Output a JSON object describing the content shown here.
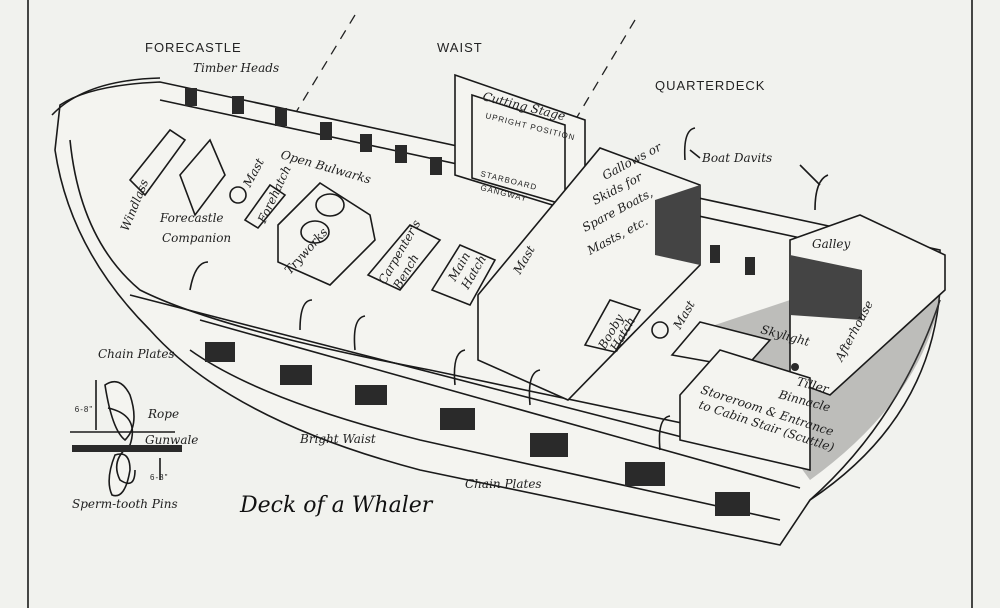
{
  "sections": {
    "forecastle": "FORECASTLE",
    "waist": "WAIST",
    "quarterdeck": "QUARTERDECK"
  },
  "labels": {
    "timber_heads": "Timber Heads",
    "cutting_stage": "Cutting Stage",
    "upright_position": "UPRIGHT POSITION",
    "starboard": "STARBOARD",
    "gangway": "GANGWAY",
    "open_bulwarks": "Open Bulwarks",
    "windlass": "Windlass",
    "fore_mast": "Mast",
    "forecastle_companion_1": "Forecastle",
    "forecastle_companion_2": "Companion",
    "forehatch": "Forehatch",
    "tryworks": "Tryworks",
    "carpenters_bench_1": "Carpenter's",
    "carpenters_bench_2": "Bench",
    "main_hatch_1": "Main",
    "main_hatch_2": "Hatch",
    "main_mast": "Mast",
    "gallows_1": "Gallows or",
    "gallows_2": "Skids for",
    "gallows_3": "Spare Boats,",
    "gallows_4": "Masts, etc.",
    "boat_davits": "Boat Davits",
    "galley": "Galley",
    "booby_hatch_1": "Booby",
    "booby_hatch_2": "Hatch",
    "mizzen_mast": "Mast",
    "skylight": "Skylight",
    "afterhouse": "Afterhouse",
    "tiller": "Tiller",
    "binnacle": "Binnacle",
    "storeroom_1": "Storeroom & Entrance",
    "storeroom_2": "to Cabin Stair (Scuttle)",
    "chain_plates_fore": "Chain Plates",
    "bright_waist": "Bright Waist",
    "chain_plates_aft": "Chain Plates"
  },
  "inset": {
    "rope": "Rope",
    "gunwale": "Gunwale",
    "height_top": "6-8\"",
    "height_bottom": "6-8\"",
    "caption": "Sperm-tooth Pins"
  },
  "title": "Deck of a Whaler"
}
